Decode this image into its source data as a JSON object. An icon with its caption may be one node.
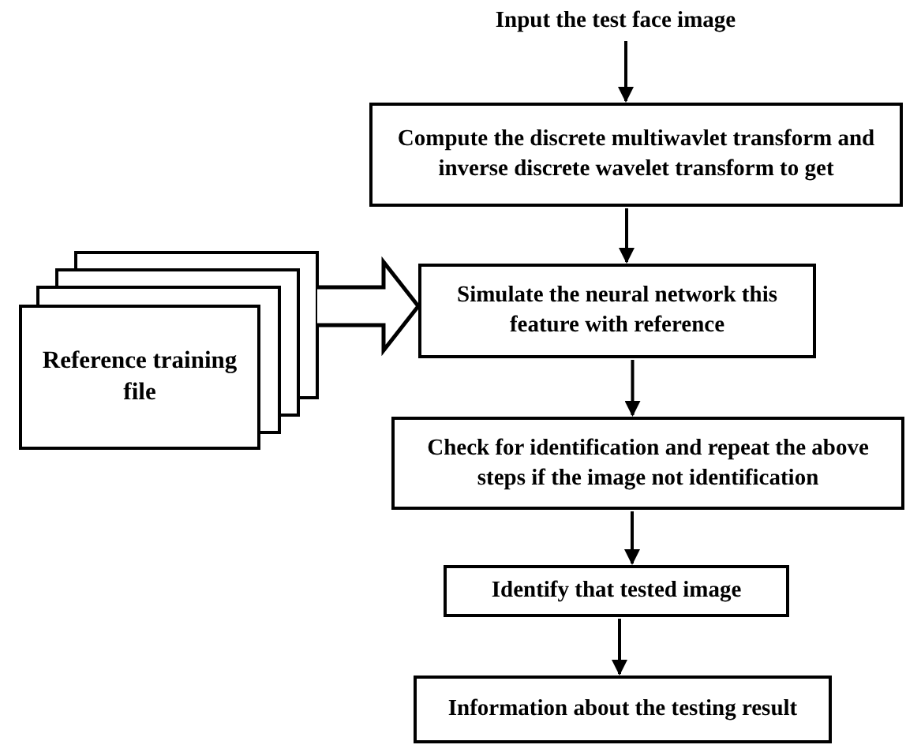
{
  "diagram": {
    "nodes": [
      {
        "text": [
          "Input the test face image"
        ]
      },
      {
        "text": [
          "Compute the discrete multiwavlet transform and inverse discrete wavelet transform to get"
        ]
      },
      {
        "text": [
          "Simulate the neural network this feature with reference"
        ]
      },
      {
        "text": [
          "Reference training file"
        ]
      },
      {
        "text": [
          "Check for identification and repeat the above steps if the image not identification"
        ]
      },
      {
        "text": [
          "Identify that tested image"
        ]
      },
      {
        "text": [
          "Information about the testing result"
        ]
      }
    ],
    "edges": [
      {
        "from": 0,
        "to": 1,
        "arrow": "to"
      },
      {
        "from": 1,
        "to": 2,
        "arrow": "to"
      },
      {
        "from": 3,
        "to": 2,
        "arrow": "to",
        "style": "thick"
      },
      {
        "from": 2,
        "to": 4,
        "arrow": "to"
      },
      {
        "from": 4,
        "to": 5,
        "arrow": "to"
      },
      {
        "from": 5,
        "to": 6,
        "arrow": "to"
      }
    ]
  }
}
